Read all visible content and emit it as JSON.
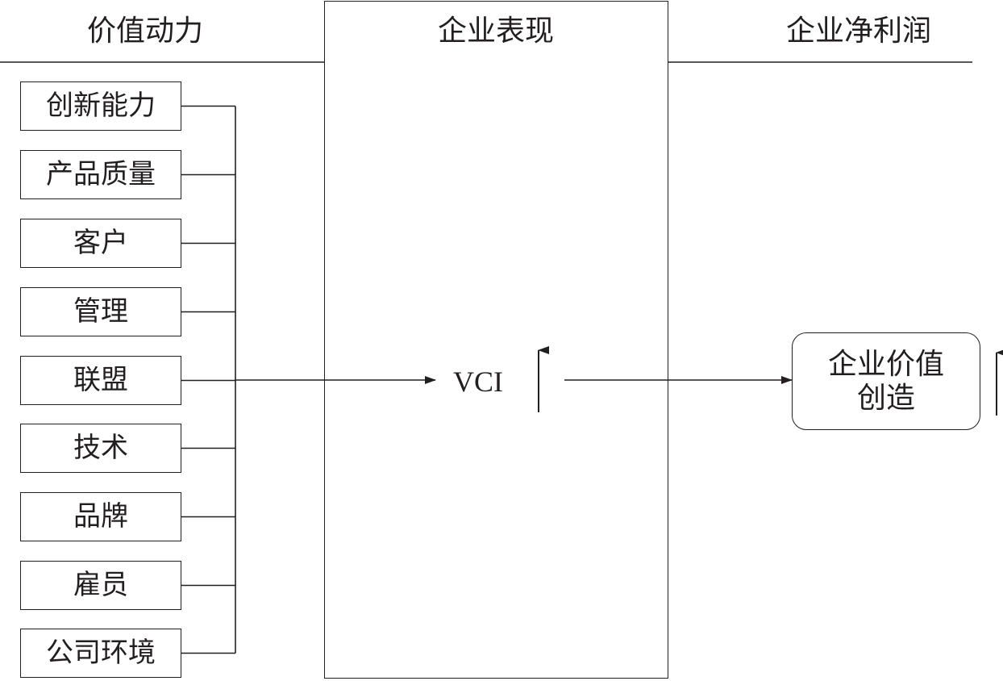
{
  "headers": {
    "drivers": "价值动力",
    "performance": "企业表现",
    "profit": "企业净利润"
  },
  "drivers": [
    "创新能力",
    "产品质量",
    "客户",
    "管理",
    "联盟",
    "技术",
    "品牌",
    "雇员",
    "公司环境"
  ],
  "center": {
    "label": "VCI",
    "trend": "up-arrow-icon"
  },
  "outcome": {
    "label": "企业价值创造",
    "trend": "up-arrow-icon"
  },
  "colors": {
    "line": "#231f20",
    "background": "#ffffff"
  }
}
